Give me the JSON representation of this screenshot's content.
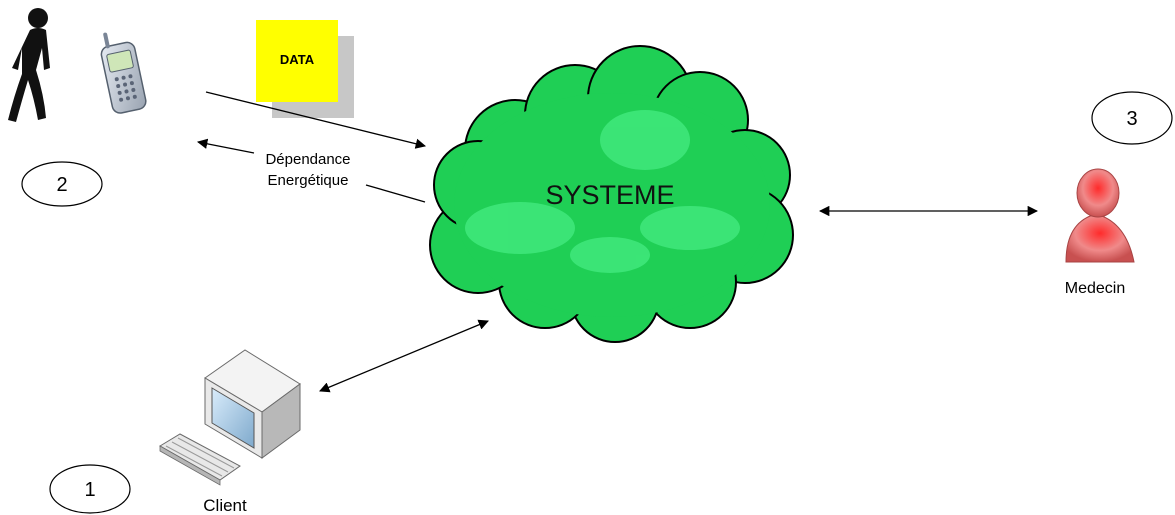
{
  "data_label": "DATA",
  "cloud_label": "SYSTEME",
  "energy_label_line1": "Dépendance",
  "energy_label_line2": "Energétique",
  "doctor_label": "Medecin",
  "client_label": "Client",
  "circle_1": "1",
  "circle_2": "2",
  "circle_3": "3",
  "colors": {
    "cloud": "#22d65a",
    "cloud_highlight": "#4ff089",
    "data_note": "#ffff00",
    "note_shadow": "#c7c7c7",
    "doctor": "#e83a3a"
  },
  "icons": [
    "walking-person-icon",
    "mobile-phone-icon",
    "data-note-icon",
    "cloud-icon",
    "doctor-icon",
    "computer-icon",
    "keyboard-icon"
  ]
}
